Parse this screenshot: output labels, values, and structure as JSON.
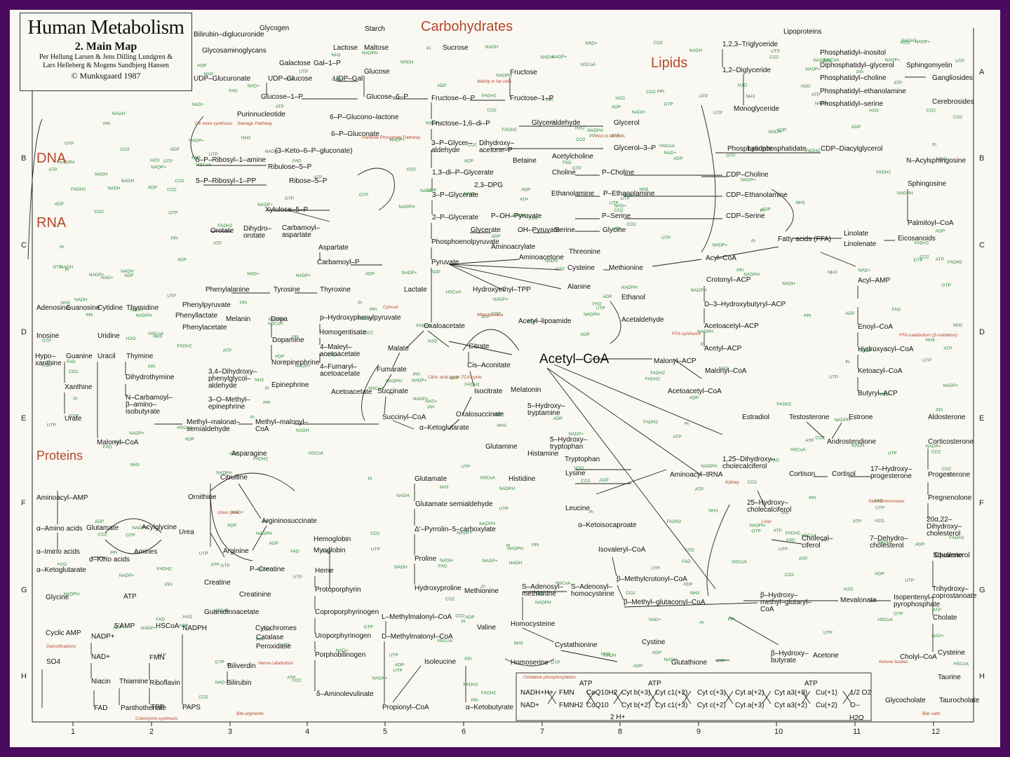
{
  "title_box": {
    "title": "Human Metabolism",
    "subtitle": "2. Main Map",
    "authors_line1": "Per Hellung Larsen & Jens Dilling Lundgren &",
    "authors_line2": "Lars Helleberg & Mogens Sandbjerg Hansen",
    "copyright": "© Munksgaard 1987"
  },
  "colors": {
    "border": "#4a0a5e",
    "paper": "#faf8f2",
    "section_title": "#b5472b",
    "cofactor_green": "#2a8a3a",
    "ink": "#111111"
  },
  "grid": {
    "columns": [
      "1",
      "2",
      "3",
      "4",
      "5",
      "6",
      "7",
      "8",
      "9",
      "10",
      "11",
      "12"
    ],
    "rows": [
      "A",
      "B",
      "C",
      "D",
      "E",
      "F",
      "G",
      "H"
    ]
  },
  "sections": [
    {
      "id": "carbohydrates",
      "label": "Carbohydrates"
    },
    {
      "id": "lipids",
      "label": "Lipids"
    },
    {
      "id": "dna",
      "label": "DNA"
    },
    {
      "id": "rna",
      "label": "RNA"
    },
    {
      "id": "proteins",
      "label": "Proteins"
    }
  ],
  "center": {
    "label": "Acetyl–CoA"
  },
  "metabolites": [
    "Bilirubin–diglucuronide",
    "Glycogen",
    "Glycosaminoglycans",
    "Galactose",
    "Gal–1–P",
    "Lactose",
    "Starch",
    "Maltose",
    "Glucose",
    "Sucrose",
    "UDP–Glucuronate",
    "UDP–Glucose",
    "UDP–Gal",
    "Glucose–1–P",
    "Glucose–6–P",
    "Fructose",
    "Fructose–6–P",
    "Fructose–1–P",
    "6–P–Glucono–lactone",
    "6–P–Gluconate",
    "Purinnucleotide",
    "(3–Keto–6–P–gluconate)",
    "5–P–Ribosyl–1–amine",
    "Ribulose–5–P",
    "Ribose–5–P",
    "5–P–Ribosyl–1–PP",
    "Xylulose–5–P",
    "Fructose–1,6–di–P",
    "Glyceraldehyde",
    "Glycerol",
    "3–P–Glycer– aldehyde",
    "Dihydroxy– acetone–P",
    "Glycerol–3–P",
    "1,3–di–P–Glycerate",
    "2,3–DPG",
    "3–P–Glycerate",
    "2–P–Glycerate",
    "P–OH–Pyruvate",
    "OH–Pyruvate",
    "Glycerate",
    "Serine",
    "Glycine",
    "Phosphoenolpyruvate",
    "Aminoacrylate",
    "Pyruvate",
    "Lactate",
    "Aminoacetone",
    "Threonine",
    "Cysteine",
    "Methionine",
    "Alanine",
    "Hydroxyethyl–TPP",
    "Acetyl–lipoamide",
    "Ethanol",
    "Acetaldehyde",
    "Oxaloacetate",
    "Malate",
    "Citrate",
    "Cis–Aconitate",
    "Fumarate",
    "Succinate",
    "Isocitrate",
    "Oxalosuccinate",
    "Succinyl–CoA",
    "α–Ketoglutarate",
    "Glutamate",
    "Glutamine",
    "Histidine",
    "Histamine",
    "Orotate",
    "Dihydro– orotate",
    "Carbamoyl– aspartate",
    "Aspartate",
    "Carbamoyl–P",
    "Phenylalanine",
    "Tyrosine",
    "Thyroxine",
    "Phenylpyruvate",
    "Phenyllactate",
    "Phenylacetate",
    "Melanin",
    "Dopa",
    "Dopamine",
    "Norepinephrine",
    "Epinephrine",
    "Homogentisate",
    "p–Hydroxyphenylpyruvate",
    "4–Maleyl– acetoacetate",
    "4–Fumaryl– acetoacetate",
    "Acetoacetate",
    "3,4–Dihydroxy– phenylglycol– aldehyde",
    "3–O–Methyl– epinephrine",
    "Adenosine",
    "Guanosine",
    "Cytidine",
    "Thymidine",
    "Inosine",
    "Uridine",
    "Hypo– xanthine",
    "Guanine",
    "Uracil",
    "Thymine",
    "Xanthine",
    "Urate",
    "Dihydrothymine",
    "N–Carbamoyl– β–amino– isobutyrate",
    "Methyl–malonat– semialdehyde",
    "Methyl–malonyl– CoA",
    "Malonyl–CoA",
    "Asparagine",
    "Citrulline",
    "Ornithine",
    "Argininosuccinate",
    "Arginine",
    "Urea",
    "Creatine",
    "P–Creatine",
    "Creatinine",
    "Guanidinoacetate",
    "Hemoglobin",
    "Myoglobin",
    "Heme",
    "Protoporphyrin",
    "Coproporphyrinogen",
    "Uroporphyrinogen",
    "Porphobilinogen",
    "δ–Aminolevulinate",
    "Cytochromes",
    "Catalase",
    "Peroxidase",
    "Biliverdin",
    "Bilirubin",
    "Glutamate semialdehyde",
    "Δ'–Pyrrolin–5–carboxylate",
    "Proline",
    "Hydroxyproline",
    "L–Methylmalonyl–CoA",
    "D–Methylmalonyl–CoA",
    "Propionyl–CoA",
    "Isoleucine",
    "α–Ketobutyrate",
    "Valine",
    "Methionine",
    "S–Adenosyl– methionine",
    "S–Adenosyl– homocysteine",
    "Homocysteine",
    "Cystathionine",
    "Homoserine",
    "Cystine",
    "Glutathione",
    "Melatonin",
    "5–Hydroxy– tryptamine",
    "5–Hydroxy– tryptophan",
    "Tryptophan",
    "Lysine",
    "Leucine",
    "α–Ketoisocaproate",
    "Isovaleryl–CoA",
    "β–Methylcrotonyl–CoA",
    "β–Methyl–glutaconyl–CoA",
    "β–Hydroxy– methyl–glutaryl– CoA",
    "β–Hydroxy– butyrate",
    "Acetone",
    "Mevalonate",
    "Isopentenyl– pyrophosphate",
    "Squalene",
    "Cholesterol",
    "7–Dehydro– cholesterol",
    "Cholecal– ciferol",
    "25–Hydroxy– cholecalciferol",
    "1,25–Dihydroxy– cholecalciferol",
    "Estradiol",
    "Testosterone",
    "Estrone",
    "Androstendione",
    "Aldosterone",
    "Corticosterone",
    "Progesterone",
    "17–Hydroxy– progesterone",
    "Cortisol",
    "Cortison",
    "Pregnenolone",
    "20α,22– Dihydroxy– cholesterol",
    "Trihydroxy– coprostanoate",
    "Cholate",
    "Cholyl–CoA",
    "Glycocholate",
    "Taurocholate",
    "Taurine",
    "Cysteine",
    "1,2,3–Triglyceride",
    "1,2–Diglyceride",
    "Monoglyceride",
    "Lysophosphatidate",
    "Phosphatidate",
    "CDP–Diacylglycerol",
    "CDP–Choline",
    "CDP–Ethanolamine",
    "CDP–Serine",
    "Choline",
    "P–Choline",
    "Ethanolamine",
    "P–Ethanolamine",
    "P–Serine",
    "Betaine",
    "Acetylcholine",
    "Phosphatidyl–inositol",
    "Diphosphatidyl–glycerol",
    "Phosphatidyl–choline",
    "Phosphatidyl–ethanolamine",
    "Phosphatidyl–serine",
    "Sphingomyelin",
    "Gangliosides",
    "Cerebrosides",
    "N–Acylsphingosine",
    "Sphingosine",
    "Palmitoyl–CoA",
    "Lipoproteins",
    "Fatty acids (FFA)",
    "Linolate",
    "Linolenate",
    "Eicosanoids",
    "Acyl–CoA",
    "Acyl–AMP",
    "Enoyl–CoA",
    "Hydroxyacyl–CoA",
    "Ketoacyl–CoA",
    "Butyryl–ACP",
    "Crotonyl–ACP",
    "D–3–Hydroxybutyryl–ACP",
    "Acetoacetyl–ACP",
    "Acetyl–ACP",
    "Malonyl–ACP",
    "Malonyl–CoA",
    "Acetoacetyl–CoA",
    "Aminoacyl–tRNA",
    "Aminoacyl–AMP",
    "α–Amino acids",
    "α–Imino acids",
    "α–Keto acids",
    "Amines",
    "α–Ketoglutarate",
    "Glutamate",
    "Acylglycine",
    "Glycine",
    "Cyclic AMP",
    "ATP",
    "5'AMP",
    "HSCoA",
    "NADPH",
    "NADP+",
    "NAD+",
    "Niacin",
    "FAD",
    "FMN",
    "Riboflavin",
    "TPP",
    "Thiamine",
    "Panthothenate",
    "PAPS",
    "SO4"
  ],
  "annotations": {
    "cofactor_words": [
      "ATP",
      "ADP",
      "NADH",
      "NAD+",
      "NADPH",
      "NADP+",
      "H2O",
      "CO2",
      "HSCoA",
      "Pi",
      "PPi",
      "GTP",
      "UTP",
      "FAD",
      "FADH2",
      "NH3"
    ],
    "notes": [
      "Mainly in fat cells",
      "Not in fat cells",
      "De novo synthesis",
      "Salvage Pathway",
      "Pentose Phosphate Pathway",
      "Citric acid cycle TCA-cycle",
      "Mitochondria",
      "Cytosol",
      "Liver",
      "Kidney",
      "Urea cycle",
      "Heme catabolism",
      "Bile pigments",
      "Coenzyme-synthesis",
      "Detoxifications",
      "Ketone bodies",
      "Bile salts",
      "Steroid-hormones",
      "Oxidative phosphorylation",
      "FFA-synthesis",
      "FFA-catabolism (β-oxidation)"
    ]
  },
  "electron_transport": {
    "row1": [
      "NADH+H+",
      "FMN",
      "CoQ10H2",
      "Cyt b(+3)",
      "Cyt c1(+2)",
      "Cyt c(+3)",
      "Cyt a(+2)",
      "Cyt a3(+3)",
      "Cu(+1)",
      "1/2 O2"
    ],
    "row2": [
      "NAD+",
      "FMNH2",
      "CoQ10",
      "Cyt b(+2)",
      "Cyt c1(+3)",
      "Cyt c(+2)",
      "Cyt a(+3)",
      "Cyt a3(+2)",
      "Cu(+2)",
      "O--"
    ],
    "atp_labels": [
      "ATP",
      "ATP",
      "ATP"
    ],
    "water": "H2O",
    "protons": "2 H+"
  }
}
